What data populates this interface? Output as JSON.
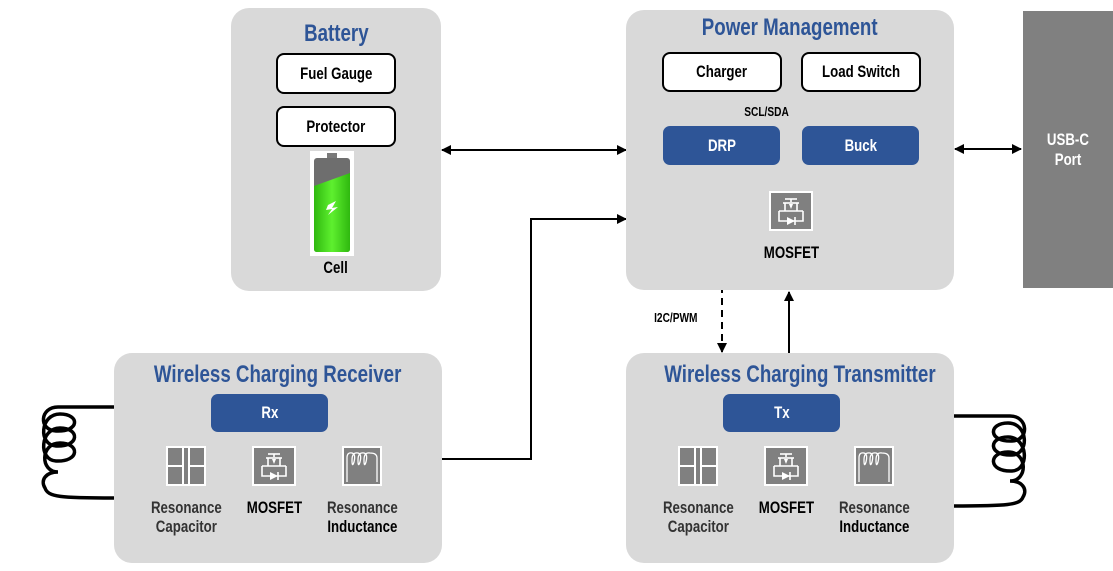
{
  "battery": {
    "title": "Battery",
    "items": [
      "Fuel Gauge",
      "Protector"
    ],
    "cell_label": "Cell",
    "charge_fraction": 0.8
  },
  "power_management": {
    "title": "Power Management",
    "charger": "Charger",
    "load_switch": "Load Switch",
    "drp": "DRP",
    "buck": "Buck",
    "bus_label": "SCL/SDA",
    "mosfet_label": "MOSFET"
  },
  "usb_port": {
    "line1": "USB-C",
    "line2": "Port"
  },
  "receiver": {
    "title": "Wireless Charging Receiver",
    "core": "Rx",
    "components": [
      {
        "line1": "Resonance",
        "line2": "Capacitor"
      },
      {
        "line1": "MOSFET",
        "line2": ""
      },
      {
        "line1": "Resonance",
        "line2": "Inductance"
      }
    ]
  },
  "transmitter": {
    "title": "Wireless Charging Transmitter",
    "core": "Tx",
    "components": [
      {
        "line1": "Resonance",
        "line2": "Capacitor"
      },
      {
        "line1": "MOSFET",
        "line2": ""
      },
      {
        "line1": "Resonance",
        "line2": "Inductance"
      }
    ]
  },
  "connections": {
    "drp_to_tx_label": "I2C/PWM"
  },
  "colors": {
    "accent_blue": "#2e5597",
    "block_gray": "#d9d9d9",
    "port_gray": "#808080",
    "battery_green": "#3cd21e"
  }
}
